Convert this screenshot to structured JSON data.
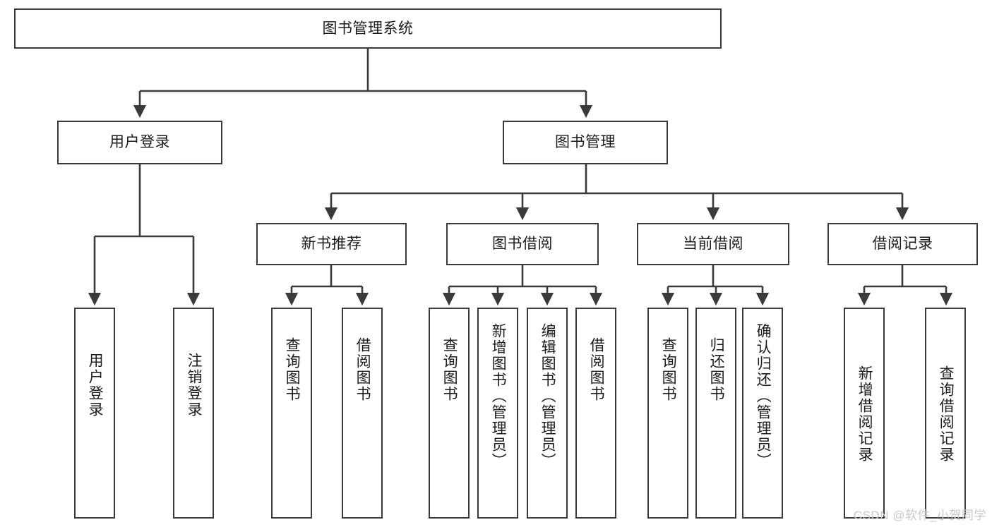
{
  "diagram": {
    "type": "tree-hierarchy-flowchart",
    "root": {
      "id": "root",
      "label": "图书管理系统"
    },
    "level2": [
      {
        "id": "user-login",
        "label": "用户登录"
      },
      {
        "id": "book-manage",
        "label": "图书管理"
      }
    ],
    "level3": [
      {
        "id": "new-book-recommend",
        "label": "新书推荐"
      },
      {
        "id": "book-borrow",
        "label": "图书借阅"
      },
      {
        "id": "current-borrow",
        "label": "当前借阅"
      },
      {
        "id": "borrow-record",
        "label": "借阅记录"
      }
    ],
    "leaves": {
      "user_login": [
        {
          "id": "leaf-user-login",
          "label": "用户登录"
        },
        {
          "id": "leaf-logout-login",
          "label": "注销登录"
        }
      ],
      "new_book_recommend": [
        {
          "id": "leaf-query-book-1",
          "label": "查询图书"
        },
        {
          "id": "leaf-borrow-book-1",
          "label": "借阅图书"
        }
      ],
      "book_borrow": [
        {
          "id": "leaf-query-book-2",
          "label": "查询图书"
        },
        {
          "id": "leaf-add-book",
          "label": "新增图书（管理员）"
        },
        {
          "id": "leaf-edit-book",
          "label": "编辑图书（管理员）"
        },
        {
          "id": "leaf-borrow-book-2",
          "label": "借阅图书"
        }
      ],
      "current_borrow": [
        {
          "id": "leaf-query-book-3",
          "label": "查询图书"
        },
        {
          "id": "leaf-return-book",
          "label": "归还图书"
        },
        {
          "id": "leaf-confirm-return",
          "label": "确认归还（管理员）"
        }
      ],
      "borrow_record": [
        {
          "id": "leaf-add-record",
          "label": "新增借阅记录"
        },
        {
          "id": "leaf-query-record",
          "label": "查询借阅记录"
        }
      ]
    }
  },
  "watermark": {
    "text": "CSDN @软件_小贺同学"
  },
  "colors": {
    "stroke": "#3a3a3a",
    "text": "#1b1b1b",
    "background": "#ffffff",
    "watermark": "#c9c9c9"
  }
}
